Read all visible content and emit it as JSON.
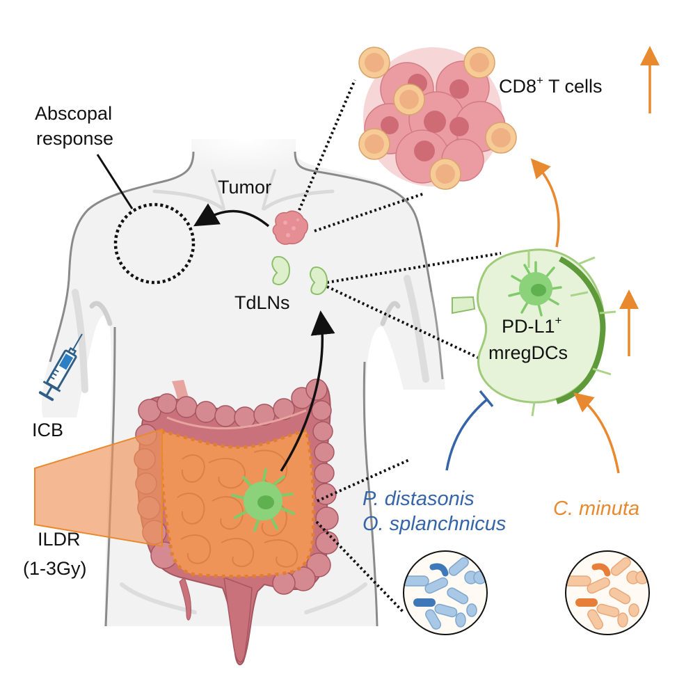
{
  "labels": {
    "abscopal_line1": "Abscopal",
    "abscopal_line2": "response",
    "tumor": "Tumor",
    "tdlns": "TdLNs",
    "icb": "ICB",
    "ildr_line1": "ILDR",
    "ildr_line2": "(1-3Gy)",
    "cd8_main": "CD8",
    "cd8_sup": "+",
    "cd8_rest": " T cells",
    "pdl1_main": "PD-L1",
    "pdl1_sup": "+",
    "mregdcs": "mregDCs",
    "bacteria_inhibit_1": "P. distasonis",
    "bacteria_inhibit_2": "O. splanchnicus",
    "bacteria_promote": "C. minuta"
  },
  "relations": [
    {
      "from": "Tumor",
      "to": "Abscopal response",
      "type": "arrow"
    },
    {
      "from": "gut DC",
      "to": "TdLNs",
      "type": "arrow"
    },
    {
      "from": "PD-L1+ mregDCs",
      "to": "CD8+ T cells",
      "type": "promote",
      "color": "orange"
    },
    {
      "from": "P. distasonis / O. splanchnicus",
      "to": "PD-L1+ mregDCs",
      "type": "inhibit",
      "color": "blue"
    },
    {
      "from": "C. minuta",
      "to": "PD-L1+ mregDCs",
      "type": "promote",
      "color": "orange"
    }
  ],
  "indicators": {
    "cd8_trend": "up",
    "mregdc_trend": "up"
  },
  "icons": {
    "syringe": "syringe-icon",
    "tumor": "tumor-mass-icon",
    "lymph_node": "lymph-node-icon",
    "dendritic_cell": "dendritic-cell-icon",
    "intestine": "intestine-icon",
    "radiation_beam": "radiation-beam-icon",
    "bacteria_blue": "bacteria-blue-icon",
    "bacteria_orange": "bacteria-orange-icon",
    "tumor_cluster": "tumor-cell-cluster-icon"
  },
  "colors": {
    "orange": "#E8892F",
    "blue": "#3564A8",
    "text": "#111111",
    "body_fill": "#F2F2F2",
    "body_stroke": "#8A8A8A",
    "gut_pink": "#C9727C",
    "gut_orange": "#EE9458",
    "dc_green": "#8BD27A",
    "ln_green": "#DDEFCB",
    "tumor_pink": "#E58F95",
    "tcell_fill": "#F6CB96"
  }
}
